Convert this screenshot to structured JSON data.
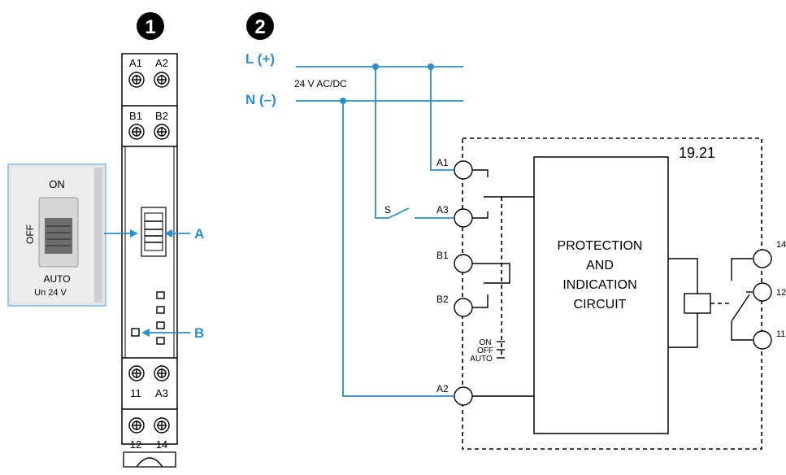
{
  "badges": {
    "one": "1",
    "two": "2"
  },
  "device": {
    "top_terminals": [
      "A1",
      "A2"
    ],
    "mid_terminals": [
      "B1",
      "B2"
    ],
    "bottom_terminals_1": [
      "11",
      "A3"
    ],
    "bottom_terminals_2": [
      "12",
      "14"
    ],
    "callout_a": "A",
    "callout_b": "B"
  },
  "switch_photo": {
    "on": "ON",
    "off": "OFF",
    "auto": "AUTO",
    "rating": "Un 24 V"
  },
  "schematic": {
    "line_plus": "L (+)",
    "line_minus": "N (–)",
    "supply": "24 V AC/DC",
    "model": "19.21",
    "terminals": [
      "A1",
      "A3",
      "B1",
      "B2",
      "A2"
    ],
    "switch_label": "S",
    "mode_labels": [
      "ON",
      "OFF",
      "AUTO"
    ],
    "circuit_lines": [
      "PROTECTION",
      "AND",
      "INDICATION",
      "CIRCUIT"
    ],
    "contacts": [
      "14",
      "12",
      "11"
    ]
  }
}
